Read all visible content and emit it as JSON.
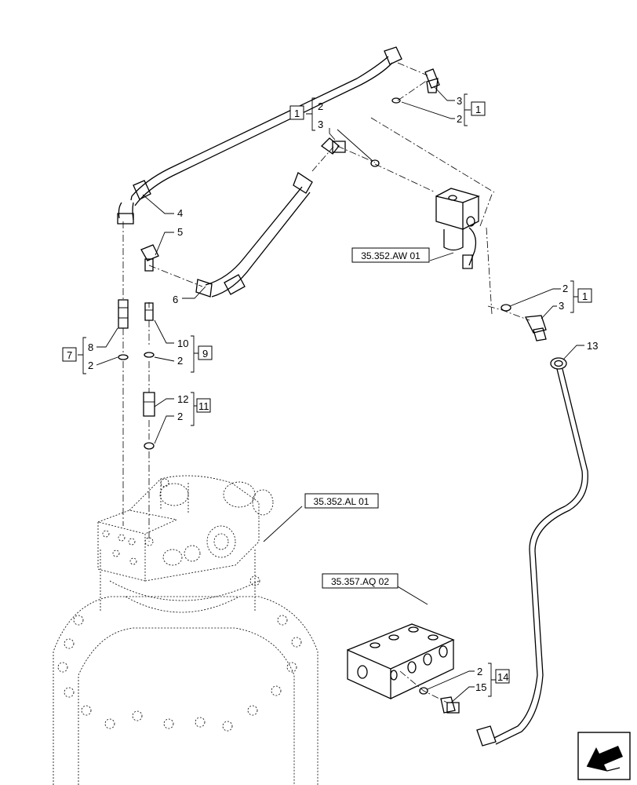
{
  "callouts": {
    "c4": "4",
    "c5": "5",
    "c6": "6",
    "c13": "13",
    "top_right": {
      "a": "3",
      "b": "2",
      "ref": "1"
    },
    "upper_mid": {
      "a": "2",
      "b": "3",
      "ref": "1"
    },
    "right_mid": {
      "a": "2",
      "b": "3",
      "ref": "1"
    },
    "left_grp": {
      "a": "8",
      "b": "2",
      "ref": "7"
    },
    "mid_grp": {
      "a": "10",
      "b": "2",
      "ref": "9"
    },
    "low_grp": {
      "a": "12",
      "b": "2",
      "ref": "11"
    },
    "bottom_grp": {
      "a": "2",
      "b": "15",
      "ref": "14"
    }
  },
  "references": {
    "solenoid": "35.352.AW 01",
    "motor": "35.352.AL 01",
    "block": "35.357.AQ 02"
  },
  "icons": {
    "nav": "arrow-back-icon"
  }
}
